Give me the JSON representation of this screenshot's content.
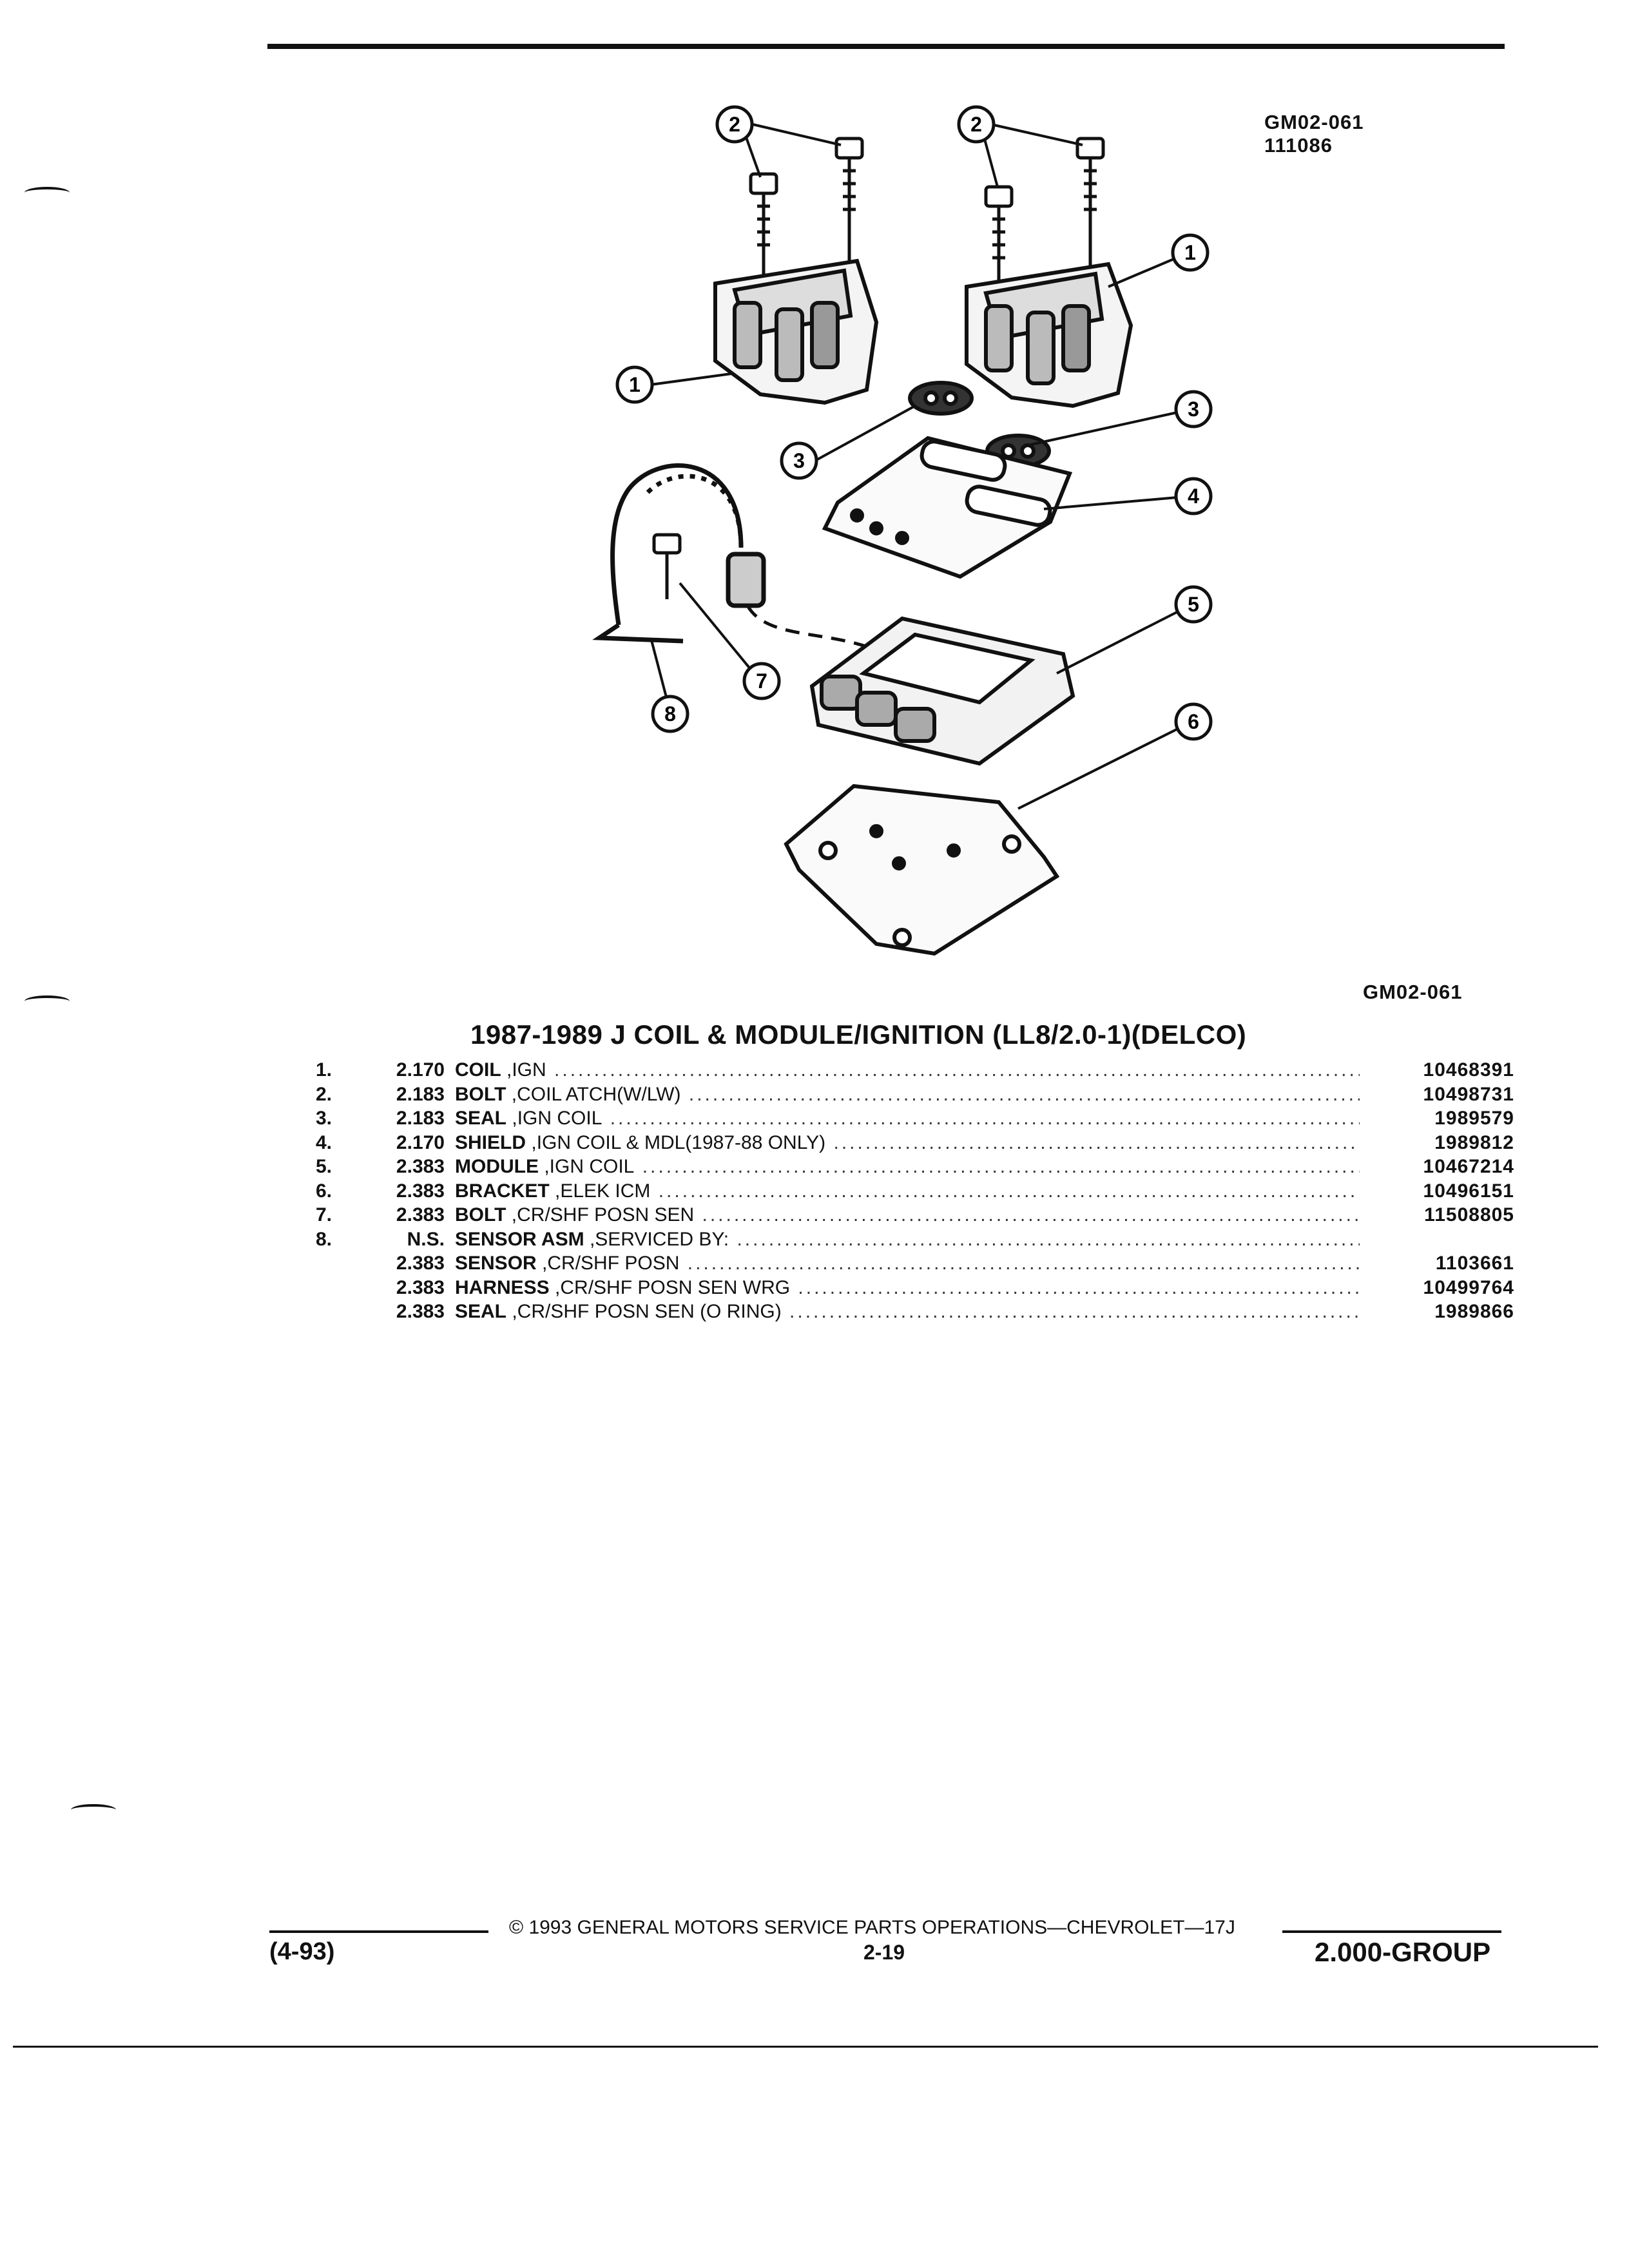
{
  "figure": {
    "code_top": "GM02-061",
    "number_top": "111086",
    "code_bottom": "GM02-061",
    "callouts": [
      "1",
      "2",
      "3",
      "4",
      "5",
      "6",
      "7",
      "8"
    ]
  },
  "title": "1987-1989 J COIL & MODULE/IGNITION (LL8/2.0-1)(DELCO)",
  "parts": [
    {
      "num": "1.",
      "group": "2.170",
      "name": "COIL",
      "detail": ",IGN",
      "part_no": "10468391"
    },
    {
      "num": "2.",
      "group": "2.183",
      "name": "BOLT",
      "detail": ",COIL ATCH(W/LW)",
      "part_no": "10498731"
    },
    {
      "num": "3.",
      "group": "2.183",
      "name": "SEAL",
      "detail": ",IGN COIL",
      "part_no": "1989579"
    },
    {
      "num": "4.",
      "group": "2.170",
      "name": "SHIELD",
      "detail": ",IGN COIL & MDL(1987-88 ONLY)",
      "part_no": "1989812"
    },
    {
      "num": "5.",
      "group": "2.383",
      "name": "MODULE",
      "detail": ",IGN COIL",
      "part_no": "10467214"
    },
    {
      "num": "6.",
      "group": "2.383",
      "name": "BRACKET",
      "detail": ",ELEK ICM",
      "part_no": "10496151"
    },
    {
      "num": "7.",
      "group": "2.383",
      "name": "BOLT",
      "detail": ",CR/SHF POSN SEN",
      "part_no": "11508805"
    },
    {
      "num": "8.",
      "group": "N.S.",
      "name": "SENSOR ASM",
      "detail": ",SERVICED BY:",
      "part_no": ""
    },
    {
      "num": "",
      "group": "2.383",
      "name": "SENSOR",
      "detail": ",CR/SHF POSN",
      "part_no": "1103661"
    },
    {
      "num": "",
      "group": "2.383",
      "name": "HARNESS",
      "detail": ",CR/SHF POSN SEN WRG",
      "part_no": "10499764"
    },
    {
      "num": "",
      "group": "2.383",
      "name": "SEAL",
      "detail": ",CR/SHF POSN SEN (O RING)",
      "part_no": "1989866"
    }
  ],
  "footer": {
    "copyright": "© 1993 GENERAL MOTORS SERVICE PARTS OPERATIONS—CHEVROLET—17J",
    "date": "(4-93)",
    "page": "2-19",
    "group": "2.000-GROUP"
  }
}
